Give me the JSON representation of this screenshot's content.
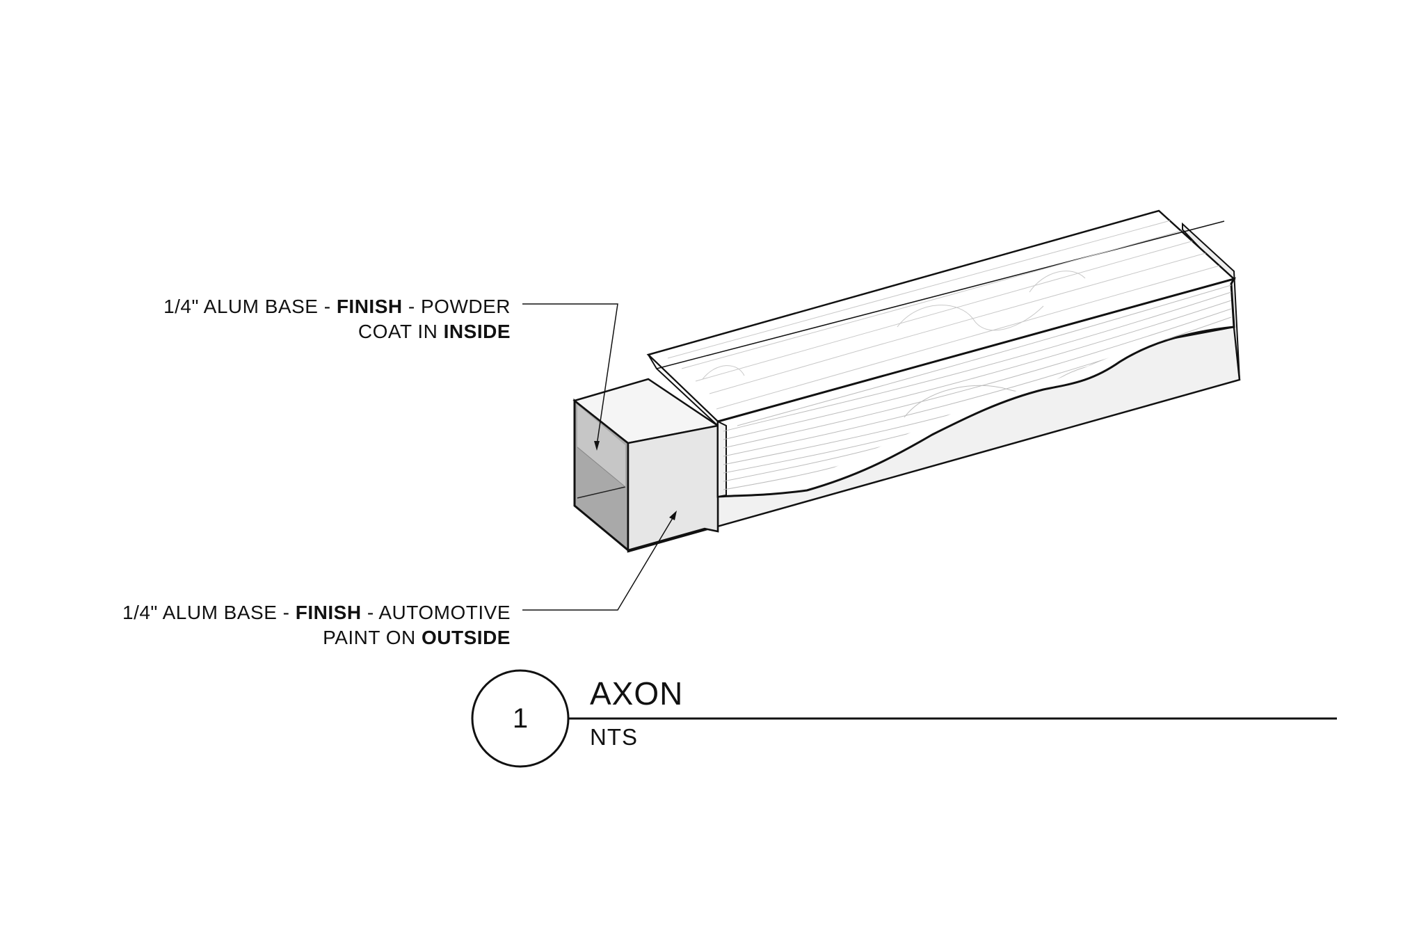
{
  "callouts": [
    {
      "line1": {
        "prefix": "1/4\" ALUM BASE - ",
        "bold": "FINISH",
        "suffix": " - POWDER"
      },
      "line2": {
        "prefix": "COAT IN ",
        "bold": "INSIDE",
        "suffix": ""
      }
    },
    {
      "line1": {
        "prefix": "1/4\" ALUM BASE - ",
        "bold": "FINISH",
        "suffix": " - AUTOMOTIVE"
      },
      "line2": {
        "prefix": "PAINT ON ",
        "bold": "OUTSIDE",
        "suffix": ""
      }
    }
  ],
  "detail_tag": {
    "number": "1",
    "title": "AXON",
    "scale": "NTS"
  },
  "colors": {
    "ink": "#111111",
    "inner_shadow": "#a8a8a8",
    "tube_face": "#e6e6e6",
    "tube_side": "#f1f1f1",
    "wood_fill": "#ffffff",
    "grain": "#bdbdbd"
  }
}
